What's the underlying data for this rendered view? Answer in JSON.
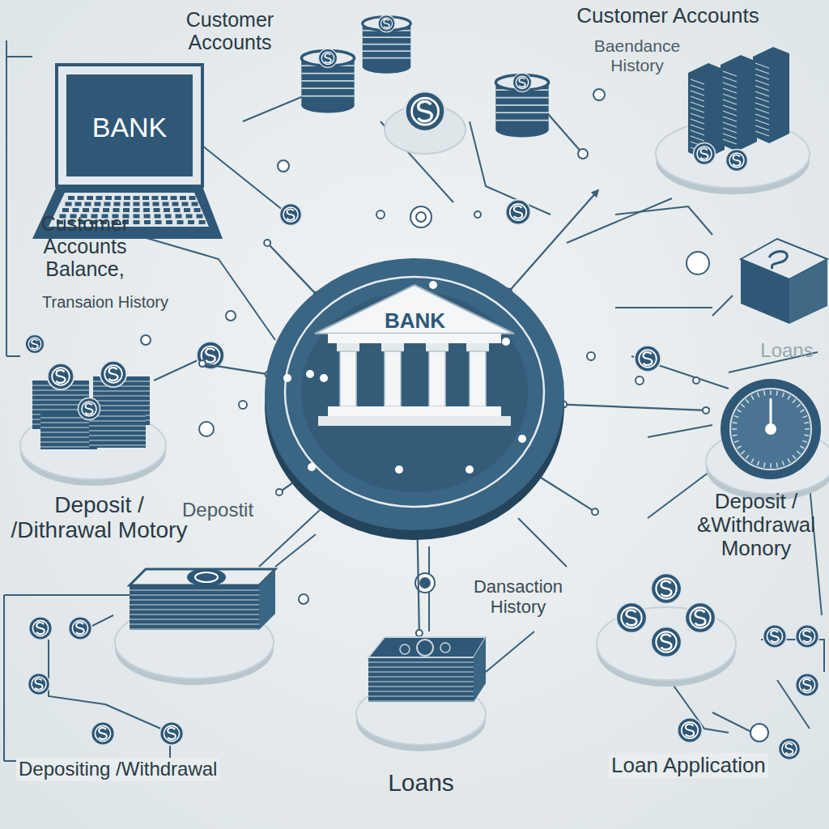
{
  "diagram": {
    "nodes": [
      {
        "text": [
          "Customer Accounts",
          "BANK"
        ]
      },
      {
        "text": [
          "Customer Accounts",
          "Baendance History"
        ]
      },
      {
        "text": [
          "Customer Accounts Balance,",
          "Transaion History"
        ]
      },
      {
        "text": [
          "BANK"
        ]
      },
      {
        "text": [
          "Loans"
        ]
      },
      {
        "text": [
          "Deposit / /Dithrawal Motory"
        ]
      },
      {
        "text": [
          "Deposit / &Withdrawal Monory"
        ]
      },
      {
        "text": [
          "Loans"
        ]
      }
    ],
    "edges": [
      {
        "from": 3,
        "to": 0,
        "arrow": "none"
      },
      {
        "from": 3,
        "to": 1,
        "arrow": "to"
      },
      {
        "from": 3,
        "to": 2,
        "arrow": "none"
      },
      {
        "from": 3,
        "to": 4,
        "arrow": "none"
      },
      {
        "from": 3,
        "to": 5,
        "arrow": "none"
      },
      {
        "from": 3,
        "to": 6,
        "arrow": "none"
      },
      {
        "from": 3,
        "to": 7,
        "arrow": "none"
      }
    ],
    "labels": [
      "Depostit",
      "Dansaction History",
      "Depositing /Withdrawal",
      "Loan Application"
    ]
  }
}
